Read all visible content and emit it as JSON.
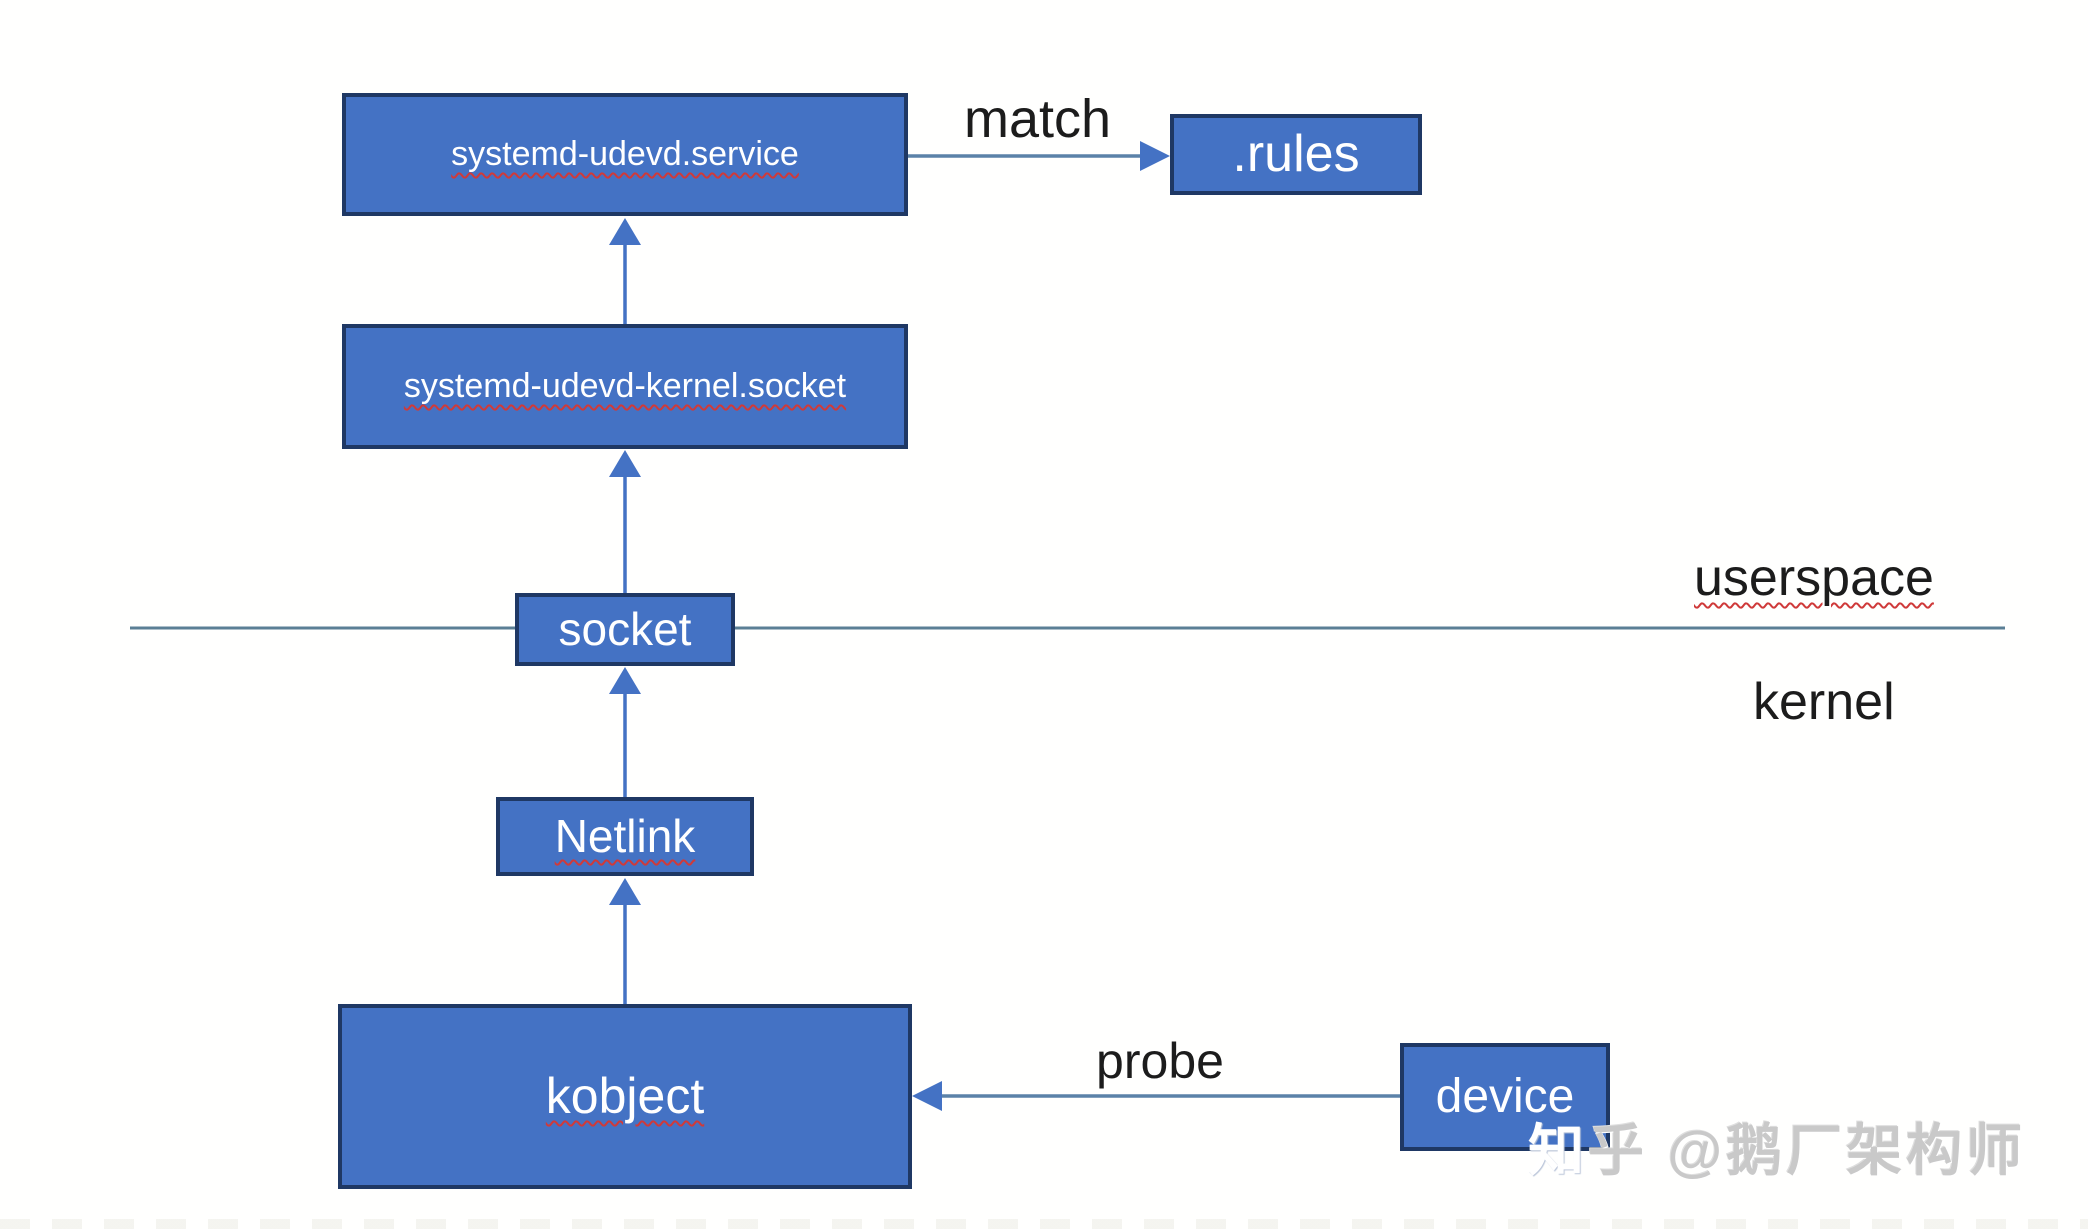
{
  "diagram": {
    "nodes": [
      {
        "id": "service",
        "label": "systemd-udevd.service",
        "misspelled": true
      },
      {
        "id": "kernel_socket",
        "label": "systemd-udevd-kernel.socket",
        "misspelled": true
      },
      {
        "id": "socket",
        "label": "socket",
        "misspelled": false
      },
      {
        "id": "netlink",
        "label": "Netlink",
        "misspelled": true
      },
      {
        "id": "kobject",
        "label": "kobject",
        "misspelled": true
      },
      {
        "id": "rules",
        "label": ".rules",
        "misspelled": false
      },
      {
        "id": "device",
        "label": "device",
        "misspelled": false
      }
    ],
    "edges": [
      {
        "from": "kernel_socket",
        "to": "service",
        "label": "",
        "direction": "up"
      },
      {
        "from": "socket",
        "to": "kernel_socket",
        "label": "",
        "direction": "up"
      },
      {
        "from": "netlink",
        "to": "socket",
        "label": "",
        "direction": "up"
      },
      {
        "from": "kobject",
        "to": "netlink",
        "label": "",
        "direction": "up"
      },
      {
        "from": "service",
        "to": "rules",
        "label": "match",
        "direction": "right"
      },
      {
        "from": "device",
        "to": "kobject",
        "label": "probe",
        "direction": "left"
      }
    ],
    "regions": {
      "above_divider": "userspace",
      "below_divider": "kernel"
    },
    "colors": {
      "node_fill": "#4472c4",
      "node_border": "#1f3864",
      "node_text": "#ffffff",
      "arrow_fill": "#4472c4",
      "horizontal_line": "#5b82a8",
      "divider_line": "#5b7f95",
      "label_text": "#1c1c1c",
      "squiggle": "#cf3a3a",
      "watermark": "#c9c9c9"
    }
  },
  "watermark": {
    "first_char": "知",
    "rest": "乎 @鹅厂架构师"
  }
}
